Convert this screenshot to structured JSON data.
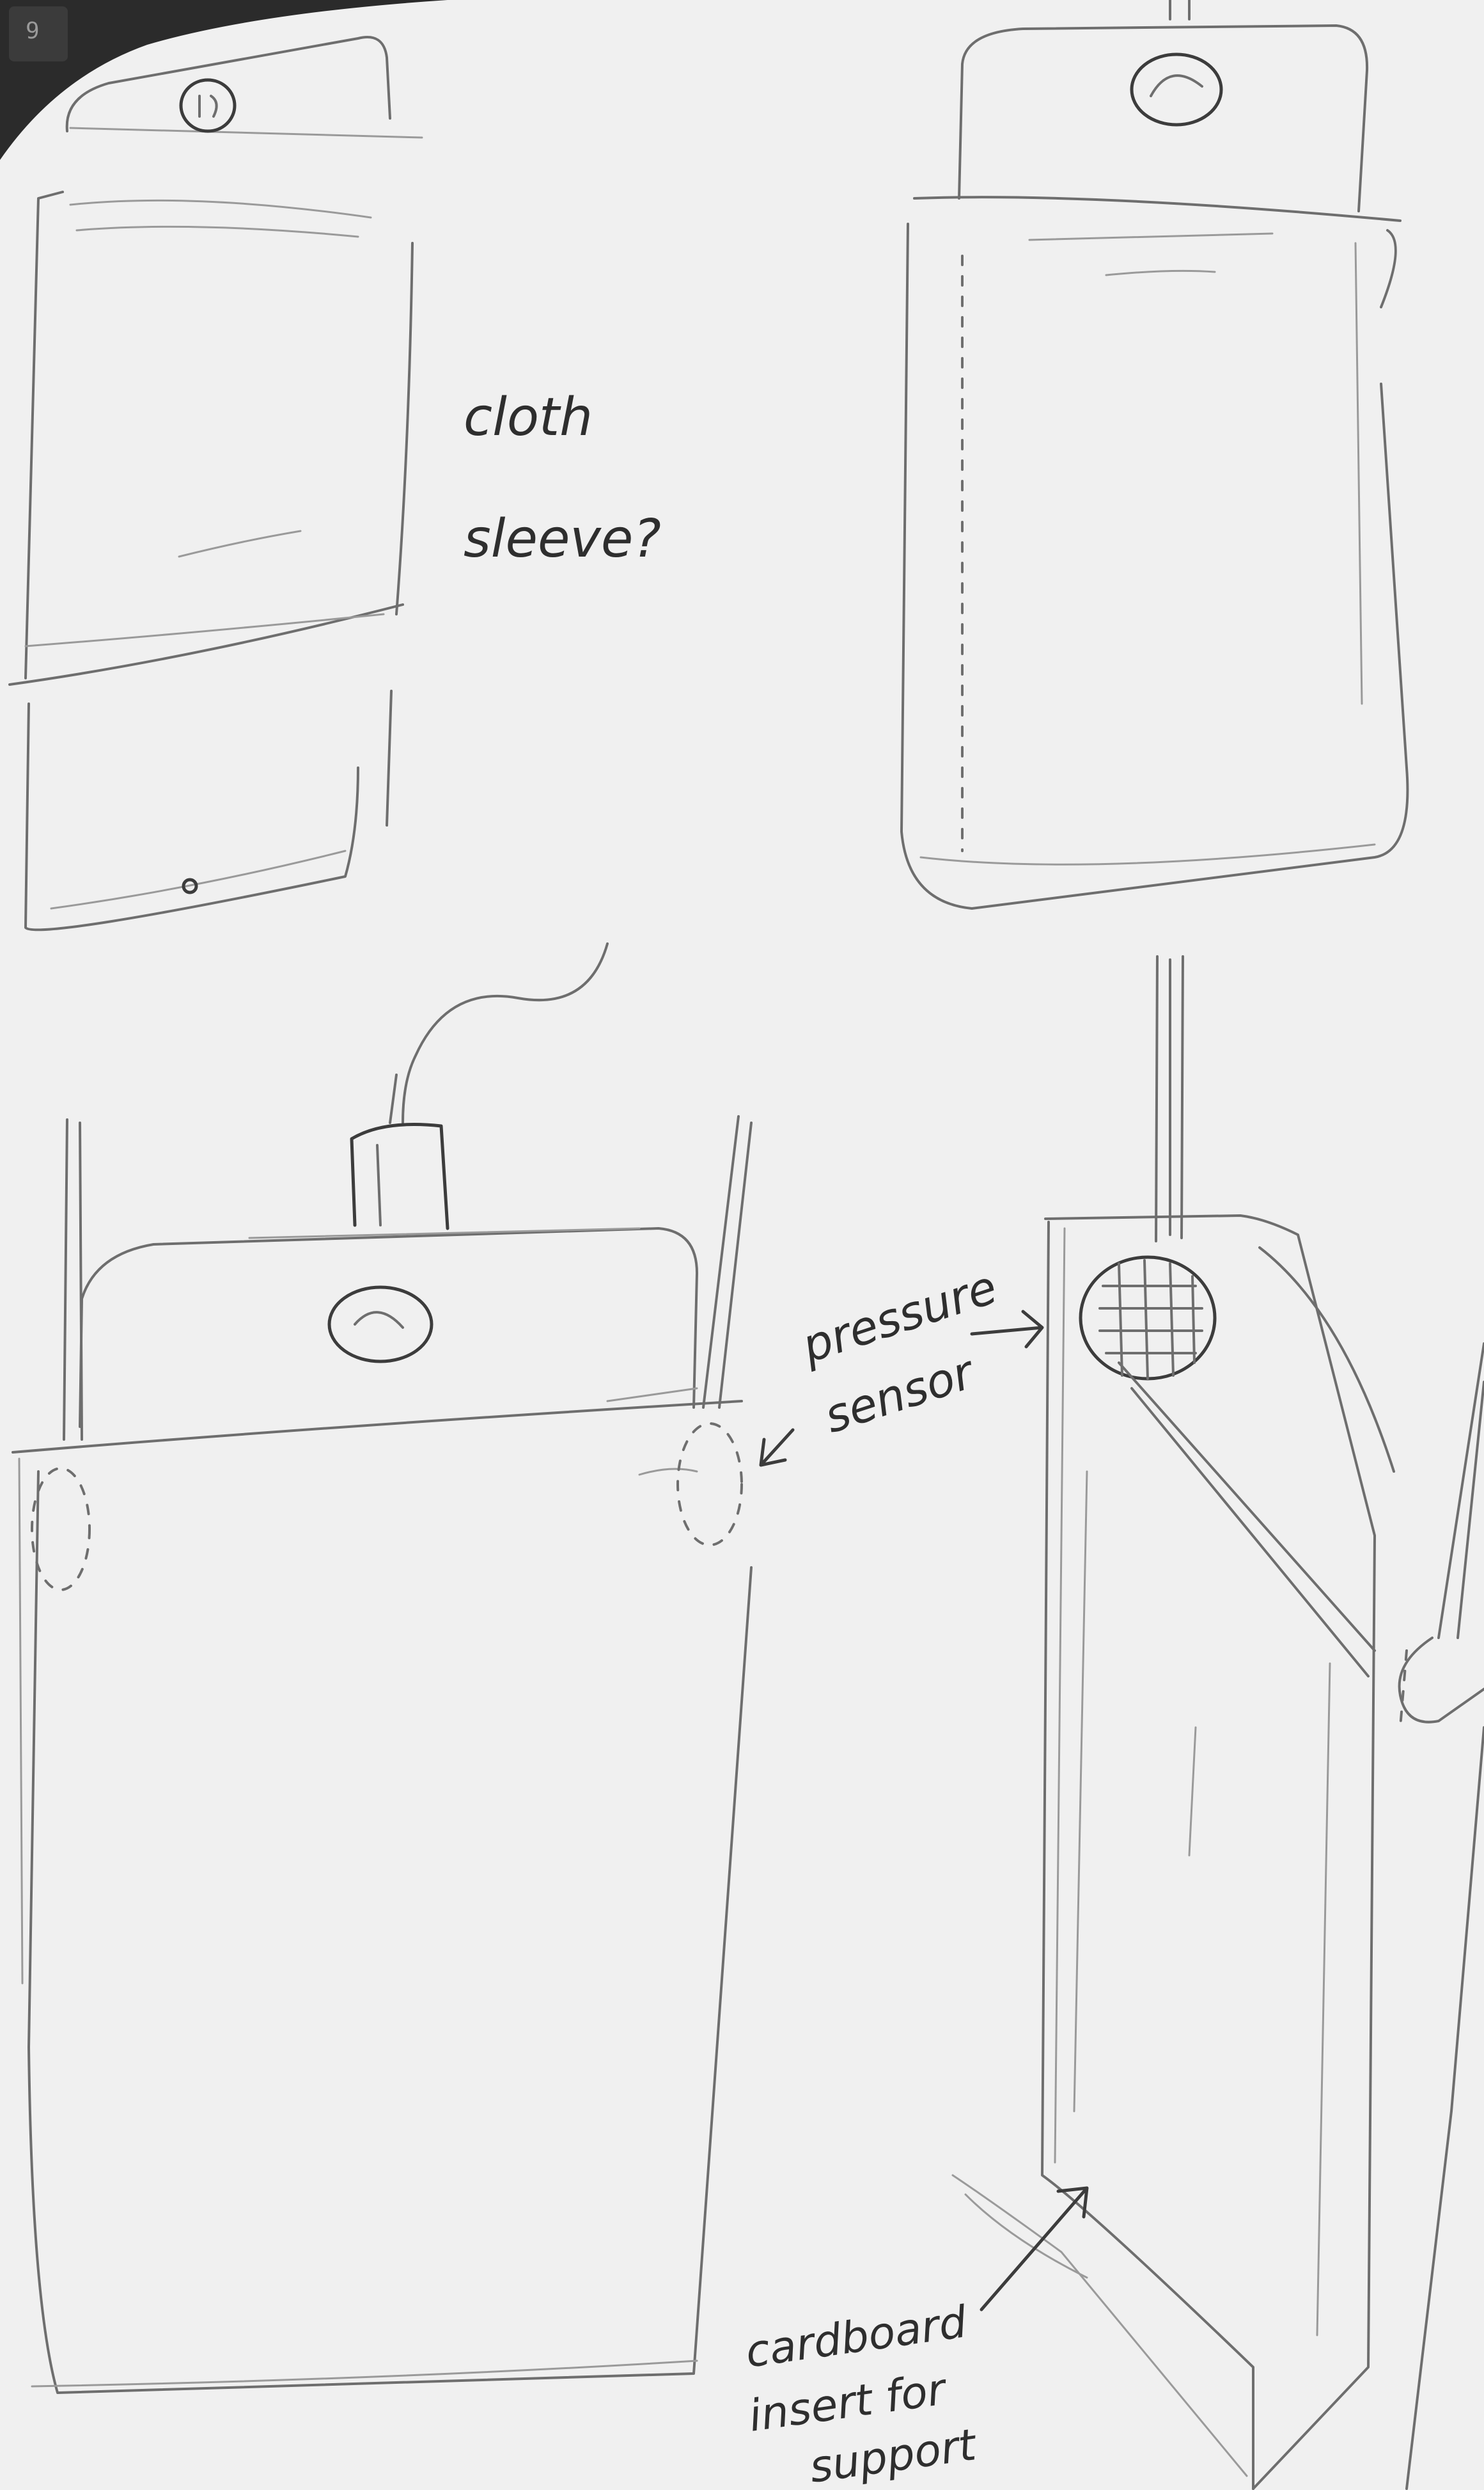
{
  "corner_key": "9",
  "annotations": {
    "cloth_sleeve": [
      "cloth",
      "sleeve?"
    ],
    "pressure_sensor": [
      "pressure",
      "sensor"
    ],
    "cardboard_insert": [
      "cardboard",
      "insert for",
      "support"
    ]
  },
  "colors": {
    "paper": "#f0f0f0",
    "pencil": "#6e6e6e",
    "ink": "#2e2e2e",
    "notebook_edge": "#2b2b2b"
  }
}
